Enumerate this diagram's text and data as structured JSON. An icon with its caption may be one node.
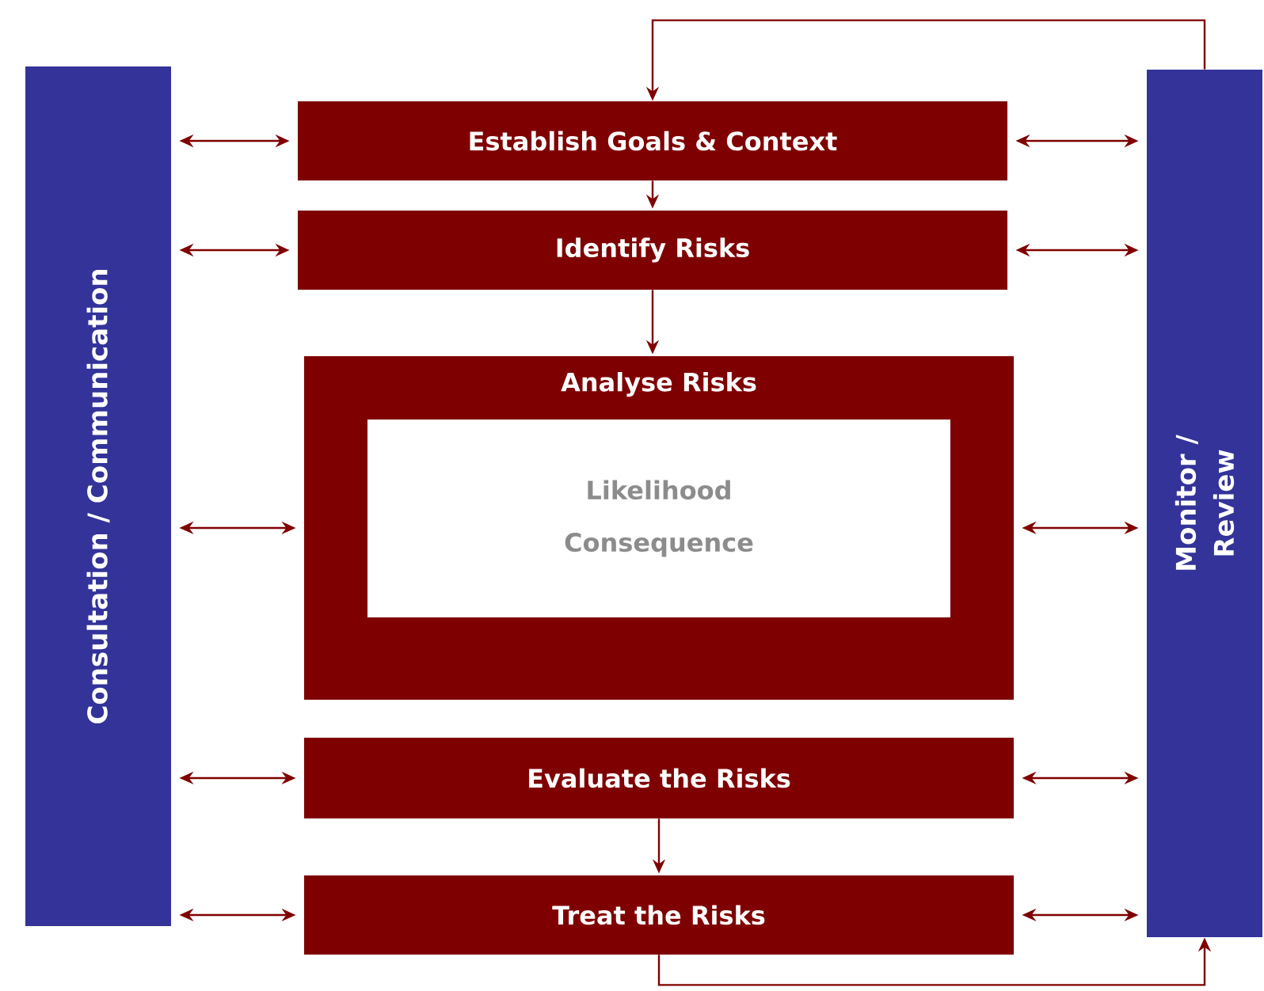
{
  "diagram": {
    "nodes": [
      {
        "text": [
          "Consultation / Communication"
        ]
      },
      {
        "text": [
          "Establish Goals & Context"
        ]
      },
      {
        "text": [
          "Identify Risks"
        ]
      },
      {
        "text": [
          "Analyse Risks"
        ]
      },
      {
        "text": [
          "Likelihood",
          "Consequence"
        ],
        "in": 3
      },
      {
        "text": [
          "Evaluate the Risks"
        ]
      },
      {
        "text": [
          "Treat the Risks"
        ]
      },
      {
        "text": [
          "Monitor / Review"
        ]
      }
    ],
    "edges": [
      {
        "from": 0,
        "to": 1,
        "arrow": "both"
      },
      {
        "from": 1,
        "to": 7,
        "arrow": "both"
      },
      {
        "from": 1,
        "to": 2,
        "arrow": "to"
      },
      {
        "from": 0,
        "to": 2,
        "arrow": "both"
      },
      {
        "from": 2,
        "to": 7,
        "arrow": "both"
      },
      {
        "from": 2,
        "to": 3,
        "arrow": "to"
      },
      {
        "from": 0,
        "to": 3,
        "arrow": "both"
      },
      {
        "from": 3,
        "to": 7,
        "arrow": "both"
      },
      {
        "from": 0,
        "to": 5,
        "arrow": "both"
      },
      {
        "from": 5,
        "to": 7,
        "arrow": "both"
      },
      {
        "from": 5,
        "to": 6,
        "arrow": "to"
      },
      {
        "from": 0,
        "to": 6,
        "arrow": "both"
      },
      {
        "from": 6,
        "to": 7,
        "arrow": "both"
      },
      {
        "from": 7,
        "to": 1,
        "arrow": "to"
      },
      {
        "from": 6,
        "to": 7,
        "arrow": "to"
      }
    ]
  }
}
